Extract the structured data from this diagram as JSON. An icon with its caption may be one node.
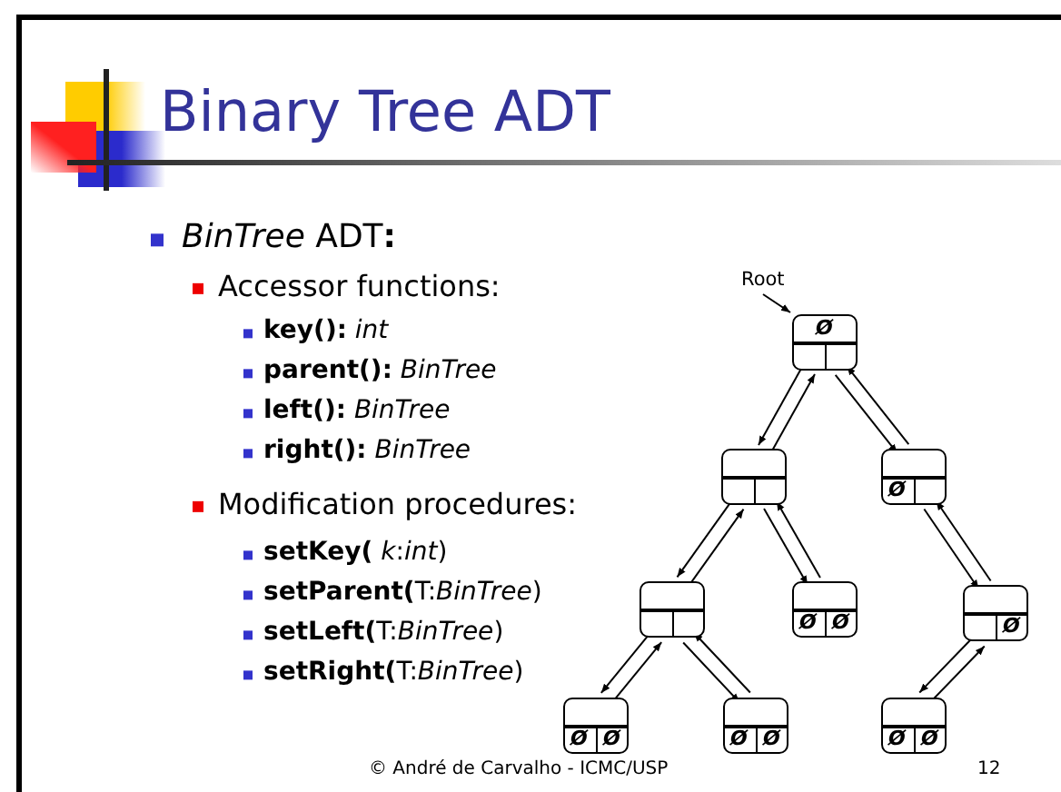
{
  "diagram": {
    "title": "Binary Tree ADT",
    "nodes": [
      {
        "text": [
          "Root"
        ]
      },
      {
        "text": [
          "Ø"
        ]
      },
      {
        "text": [],
        "shape": "box"
      },
      {
        "text": [
          "Ø"
        ]
      },
      {
        "text": [],
        "shape": "box"
      },
      {
        "text": [
          "Ø",
          "Ø"
        ]
      },
      {
        "text": [
          "Ø"
        ]
      },
      {
        "text": [
          "Ø",
          "Ø"
        ]
      },
      {
        "text": [
          "Ø",
          "Ø"
        ]
      },
      {
        "text": [
          "Ø",
          "Ø"
        ]
      }
    ],
    "edges": [
      {
        "from": 0,
        "to": 1,
        "arrow": "to"
      },
      {
        "from": 1,
        "to": 2,
        "arrow": "to"
      },
      {
        "from": 2,
        "to": 1,
        "arrow": "to"
      },
      {
        "from": 1,
        "to": 3,
        "arrow": "to"
      },
      {
        "from": 3,
        "to": 1,
        "arrow": "to"
      },
      {
        "from": 2,
        "to": 4,
        "arrow": "to"
      },
      {
        "from": 4,
        "to": 2,
        "arrow": "to"
      },
      {
        "from": 2,
        "to": 5,
        "arrow": "to"
      },
      {
        "from": 5,
        "to": 2,
        "arrow": "to"
      },
      {
        "from": 3,
        "to": 6,
        "arrow": "to"
      },
      {
        "from": 6,
        "to": 3,
        "arrow": "to"
      },
      {
        "from": 4,
        "to": 7,
        "arrow": "to"
      },
      {
        "from": 7,
        "to": 4,
        "arrow": "to"
      },
      {
        "from": 4,
        "to": 8,
        "arrow": "to"
      },
      {
        "from": 8,
        "to": 4,
        "arrow": "to"
      },
      {
        "from": 6,
        "to": 9,
        "arrow": "to"
      },
      {
        "from": 9,
        "to": 6,
        "arrow": "to"
      }
    ],
    "labels": [
      "*BinTree* ADT**:**",
      "Accessor functions:",
      "**key():** *int*",
      "**parent():** *BinTree*",
      "**left():** *BinTree*",
      "**right():** *BinTree*",
      "Modification procedures:",
      "**setKey(** *k*:*int*)",
      "**setParent(**T:*BinTree*)",
      "**setLeft(**T:*BinTree*)",
      "**setRight(**T:*BinTree*)",
      "© André de Carvalho - ICMC/USP",
      "12"
    ]
  }
}
